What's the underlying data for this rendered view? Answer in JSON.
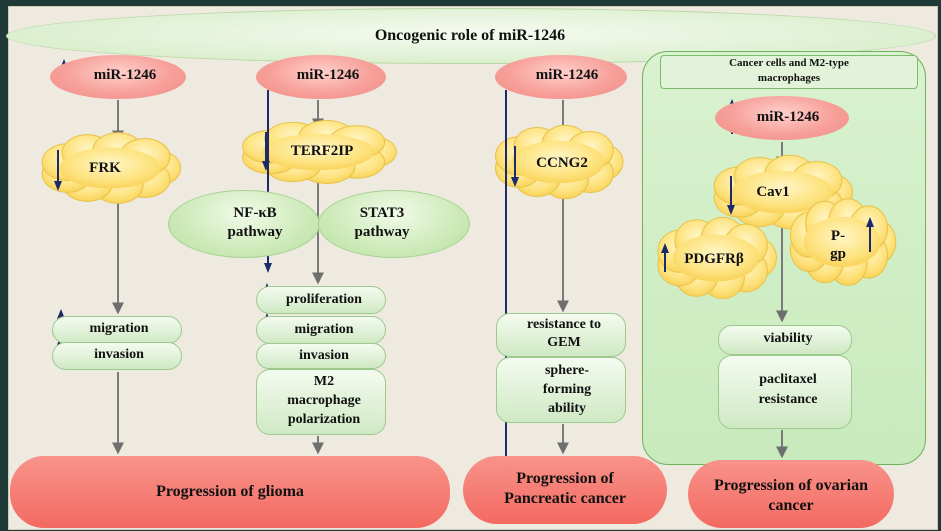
{
  "title": "Oncogenic role of miR-1246",
  "columns": [
    {
      "trigger": "miR-1246",
      "target": "FRK",
      "effects": [
        "migration",
        "invasion"
      ],
      "outcome": "Progression of glioma"
    },
    {
      "trigger": "miR-1246",
      "target": "TERF2IP",
      "pathways": [
        "NF-κB pathway",
        "STAT3 pathway"
      ],
      "effects": [
        "proliferation",
        "migration",
        "invasion",
        "M2 macrophage polarization"
      ],
      "outcome": "Progression of glioma"
    },
    {
      "trigger": "miR-1246",
      "target": "CCNG2",
      "effects": [
        "resistance to GEM",
        "sphere-forming ability"
      ],
      "outcome": "Progression of Pancreatic cancer"
    },
    {
      "box_title": "Cancer cells and M2-type macrophages",
      "trigger": "miR-1246",
      "target": "Cav1",
      "side_targets": [
        "PDGFRβ",
        "P-gp"
      ],
      "effects": [
        "viability",
        "paclitaxel resistance"
      ],
      "outcome": "Progression of ovarian cancer"
    }
  ],
  "labels": {
    "t1": "miR-1246",
    "t2": "miR-1246",
    "t3": "miR-1246",
    "t4": "miR-1246",
    "frk": "FRK",
    "terf": "TERF2IP",
    "ccng": "CCNG2",
    "cav": "Cav1",
    "nfkb_1": "NF-κB",
    "nfkb_2": "pathway",
    "stat_1": "STAT3",
    "stat_2": "pathway",
    "pdgfr": "PDGFRβ",
    "pgp_1": "P-",
    "pgp_2": "gp",
    "mig1": "migration",
    "inv1": "invasion",
    "prolif": "proliferation",
    "mig2": "migration",
    "inv2": "invasion",
    "m2_1": "M2",
    "m2_2": "macrophage",
    "m2_3": "polarization",
    "gem_1": "resistance to",
    "gem_2": "GEM",
    "sph_1": "sphere-",
    "sph_2": "forming",
    "sph_3": "ability",
    "via": "viability",
    "pac_1": "paclitaxel",
    "pac_2": "resistance",
    "box_1": "Cancer cells and M2-type",
    "box_2": "macrophages",
    "out_glioma": "Progression of glioma",
    "out_panc_1": "Progression of",
    "out_panc_2": "Pancreatic cancer",
    "out_ovar_1": "Progression of ovarian",
    "out_ovar_2": "cancer"
  }
}
